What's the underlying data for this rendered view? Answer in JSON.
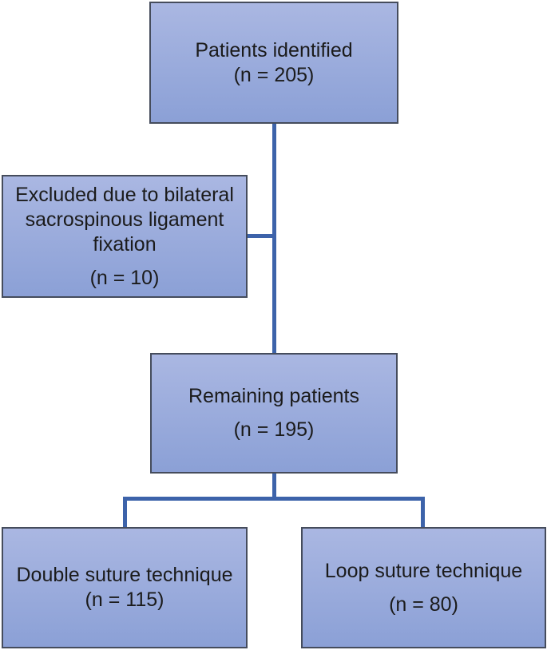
{
  "colors": {
    "box_fill_top": "#aab7e2",
    "box_fill_bottom": "#8ba0d6",
    "box_border": "#454c5c",
    "connector": "#3d63aa",
    "text": "#1b1b1b",
    "background": "#ffffff"
  },
  "boxes": {
    "patients": {
      "lines": [
        "Patients identified"
      ],
      "n": "(n = 205)"
    },
    "excluded": {
      "lines": [
        "Excluded due to bilateral",
        "sacrospinous ligament",
        "fixation"
      ],
      "n": "(n = 10)"
    },
    "remaining": {
      "lines": [
        "Remaining patients"
      ],
      "n": "(n = 195)"
    },
    "double_suture": {
      "lines": [
        "Double suture technique"
      ],
      "n": "(n = 115)"
    },
    "loop_suture": {
      "lines": [
        "Loop suture technique"
      ],
      "n": "(n = 80)"
    }
  }
}
